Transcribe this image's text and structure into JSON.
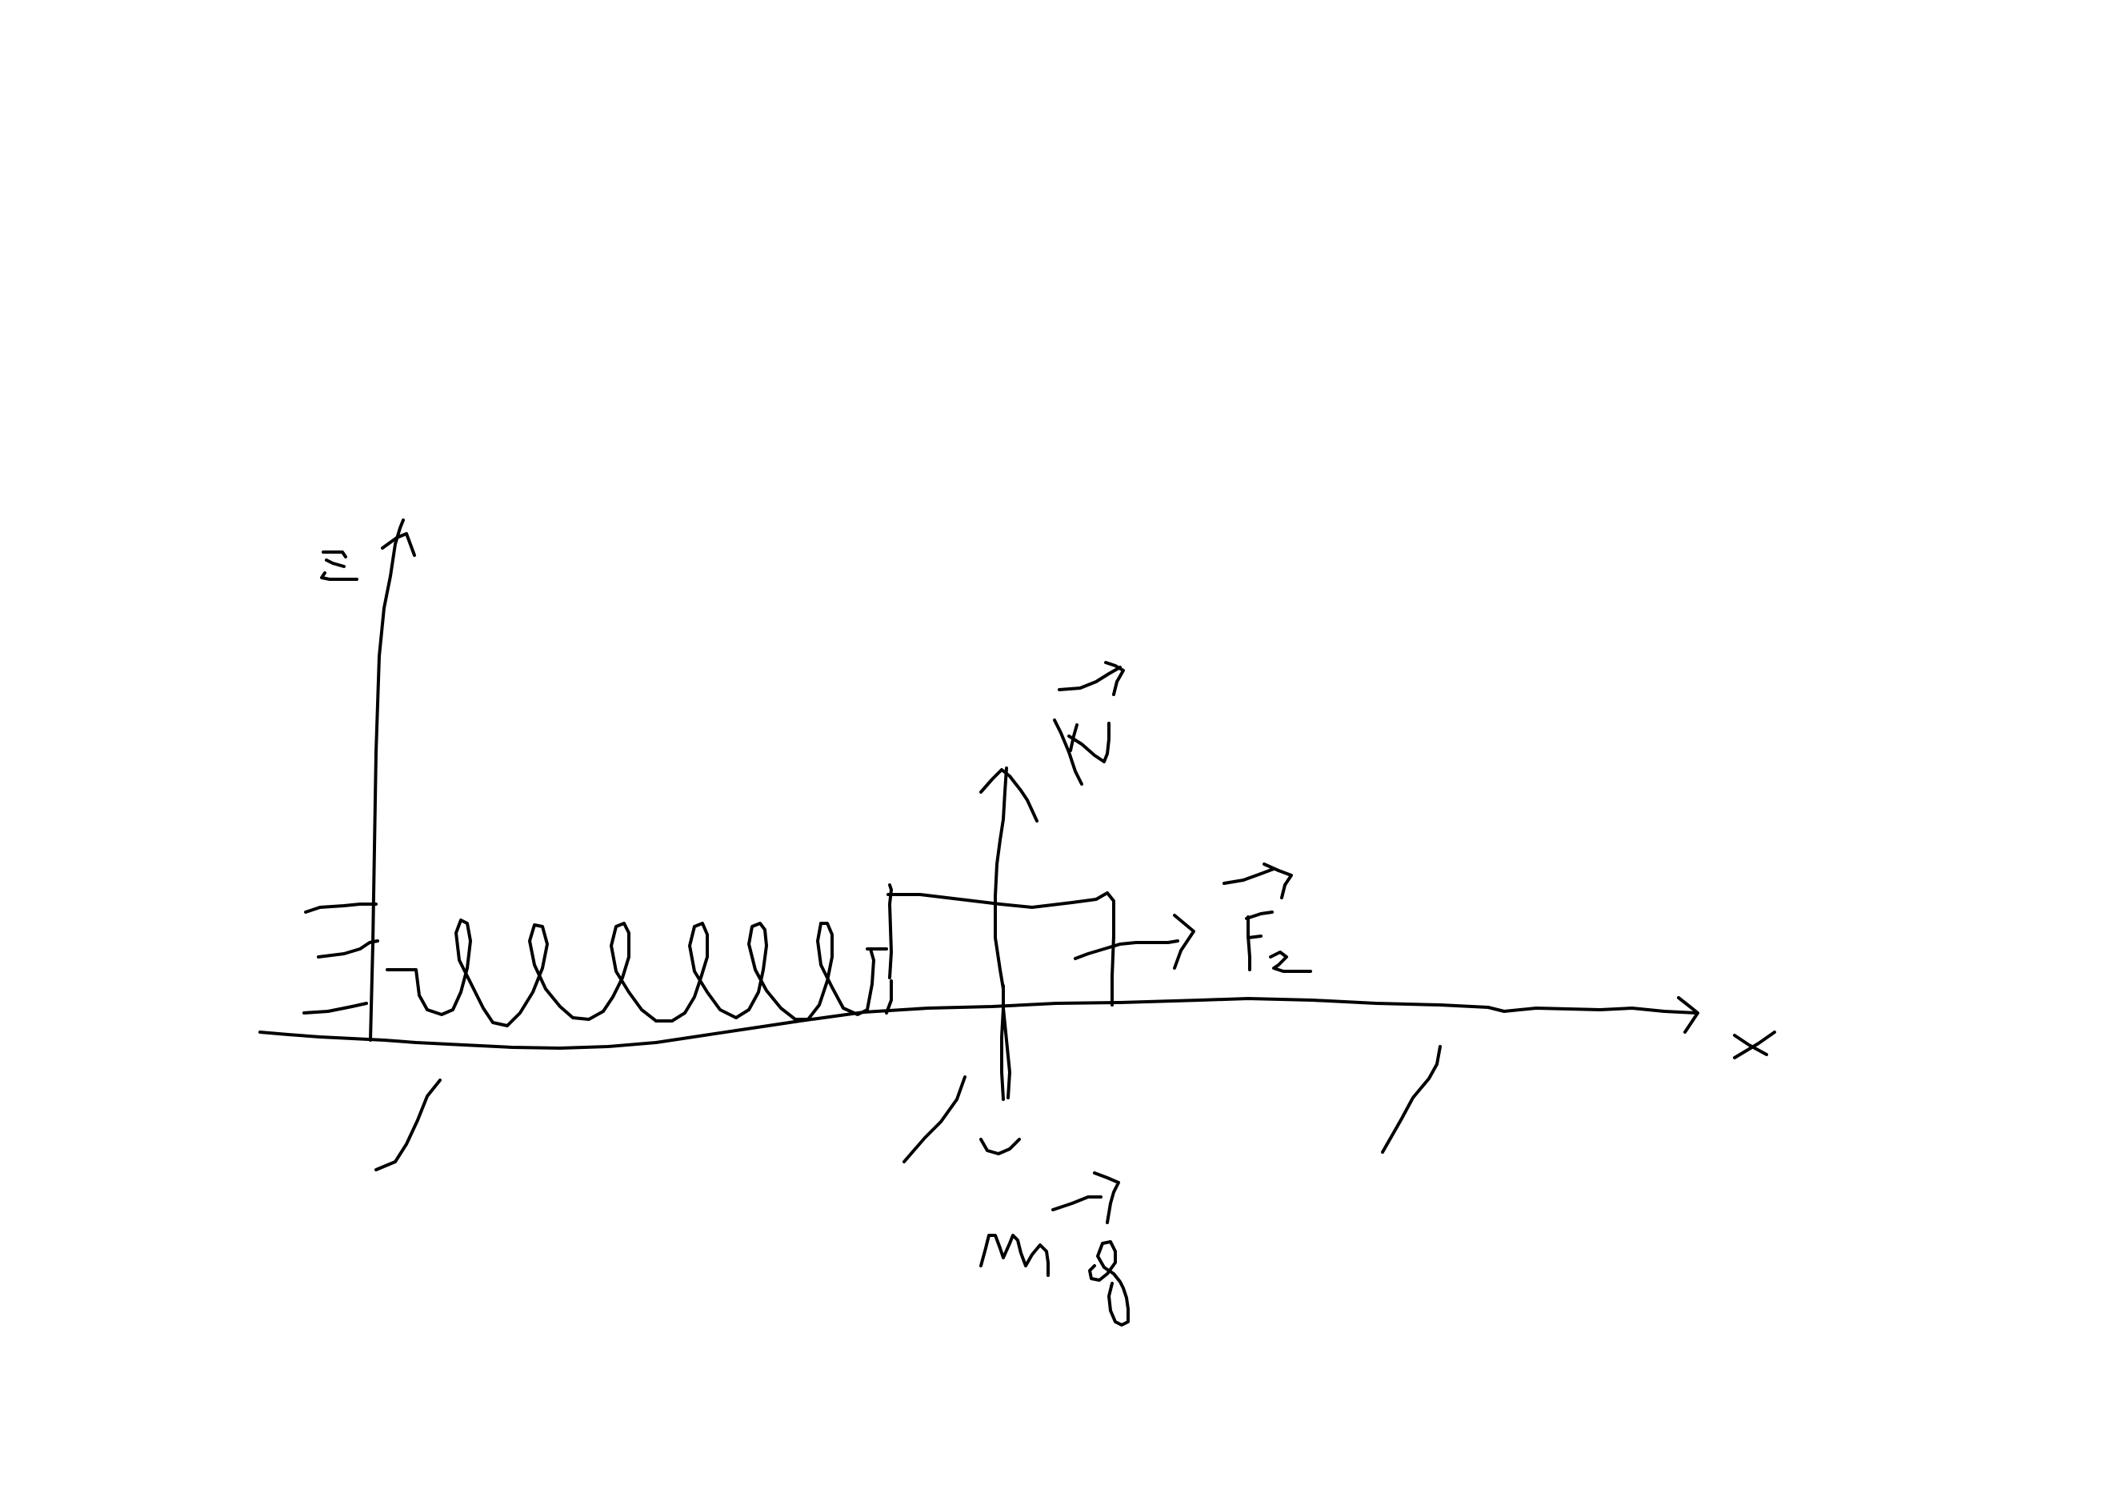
{
  "diagram": {
    "axes": {
      "vertical_label": "z",
      "horizontal_label": "x"
    },
    "vectors": {
      "normal_force": {
        "symbol": "N",
        "arrow": "→"
      },
      "elastic_force": {
        "symbol": "F",
        "subscript": "e",
        "arrow": "→"
      },
      "weight": {
        "symbol": "mg",
        "arrow": "→"
      }
    },
    "stroke_color": "#000000",
    "background_color": "#ffffff"
  }
}
